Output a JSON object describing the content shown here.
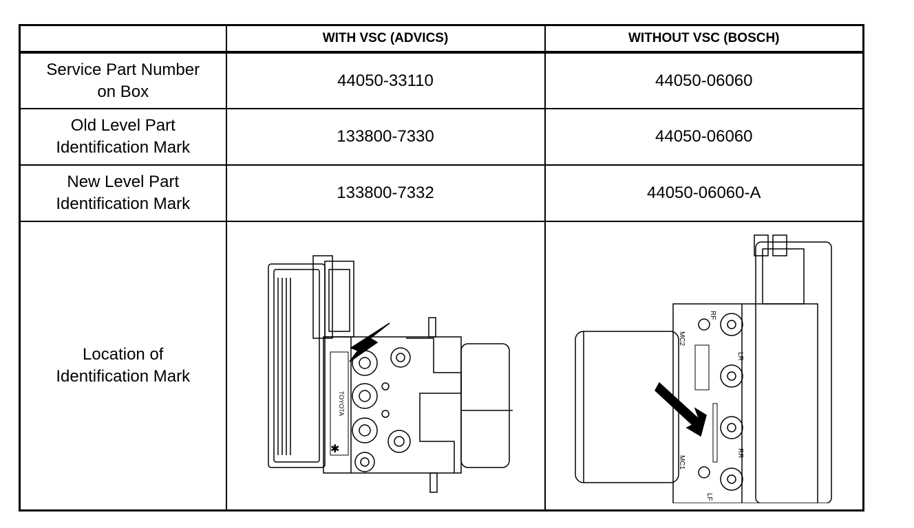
{
  "table": {
    "headers": [
      "",
      "WITH VSC (ADVICS)",
      "WITHOUT VSC (BOSCH)"
    ],
    "rows": [
      {
        "label_lines": [
          "Service Part Number",
          "on Box"
        ],
        "advics": "44050-33110",
        "bosch": "44050-06060"
      },
      {
        "label_lines": [
          "Old Level Part",
          "Identification Mark"
        ],
        "advics": "133800-7330",
        "bosch": "44050-06060"
      },
      {
        "label_lines": [
          "New Level Part",
          "Identification Mark"
        ],
        "advics": "133800-7332",
        "bosch": "44050-06060-A"
      },
      {
        "label_lines": [
          "Location of",
          "Identification Mark"
        ]
      }
    ]
  },
  "diagram_labels": {
    "bosch_ports": [
      "RF",
      "LR",
      "RR",
      "LF",
      "MC2",
      "MC1"
    ],
    "advics_brand": "TOYOTA"
  }
}
